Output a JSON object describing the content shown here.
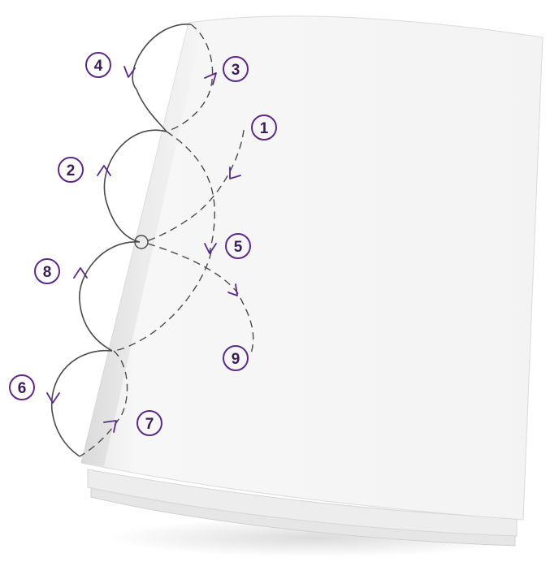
{
  "diagram": {
    "subject": "pamphlet-stitch-sewing-diagram",
    "colors": {
      "accent": "#5b2a86",
      "thread": "#4a4a4a",
      "page_shadow": "#d8d8d8"
    },
    "steps": [
      {
        "id": "1",
        "label": "1"
      },
      {
        "id": "2",
        "label": "2"
      },
      {
        "id": "3",
        "label": "3"
      },
      {
        "id": "4",
        "label": "4"
      },
      {
        "id": "5",
        "label": "5"
      },
      {
        "id": "6",
        "label": "6"
      },
      {
        "id": "7",
        "label": "7"
      },
      {
        "id": "8",
        "label": "8"
      },
      {
        "id": "9",
        "label": "9"
      }
    ]
  }
}
